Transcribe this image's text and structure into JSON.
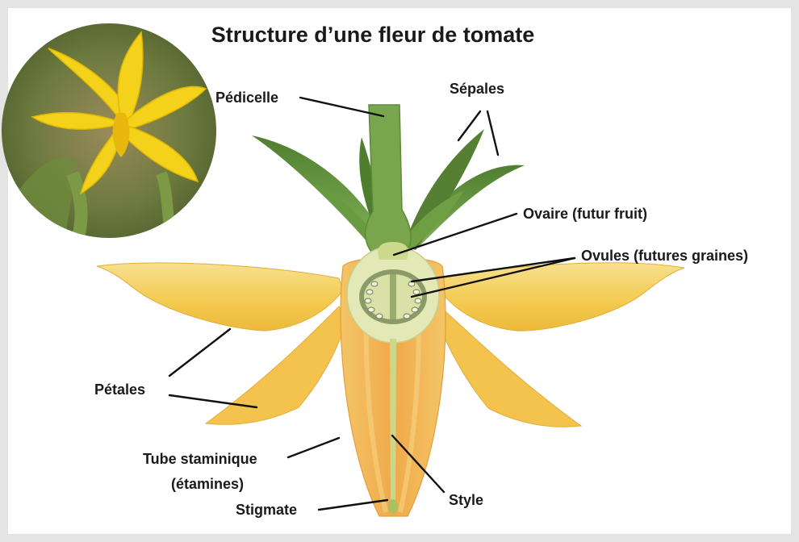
{
  "title": "Structure d’une fleur de tomate",
  "labels": {
    "pedicelle": "Pédicelle",
    "sepales": "Sépales",
    "ovaire": "Ovaire (futur fruit)",
    "ovules": "Ovules (futures graines)",
    "petales": "Pétales",
    "tube_line1": "Tube staminique",
    "tube_line2": "(étamines)",
    "style": "Style",
    "stigmate": "Stigmate"
  },
  "colors": {
    "petal": "#f2c84b",
    "petal_light": "#f8df86",
    "stamen_tube": "#f0b24a",
    "sepal": "#5f8f3a",
    "pedicel": "#7aa54f",
    "ovary": "#e2e8b6",
    "photo_flower": "#f3d21a"
  }
}
